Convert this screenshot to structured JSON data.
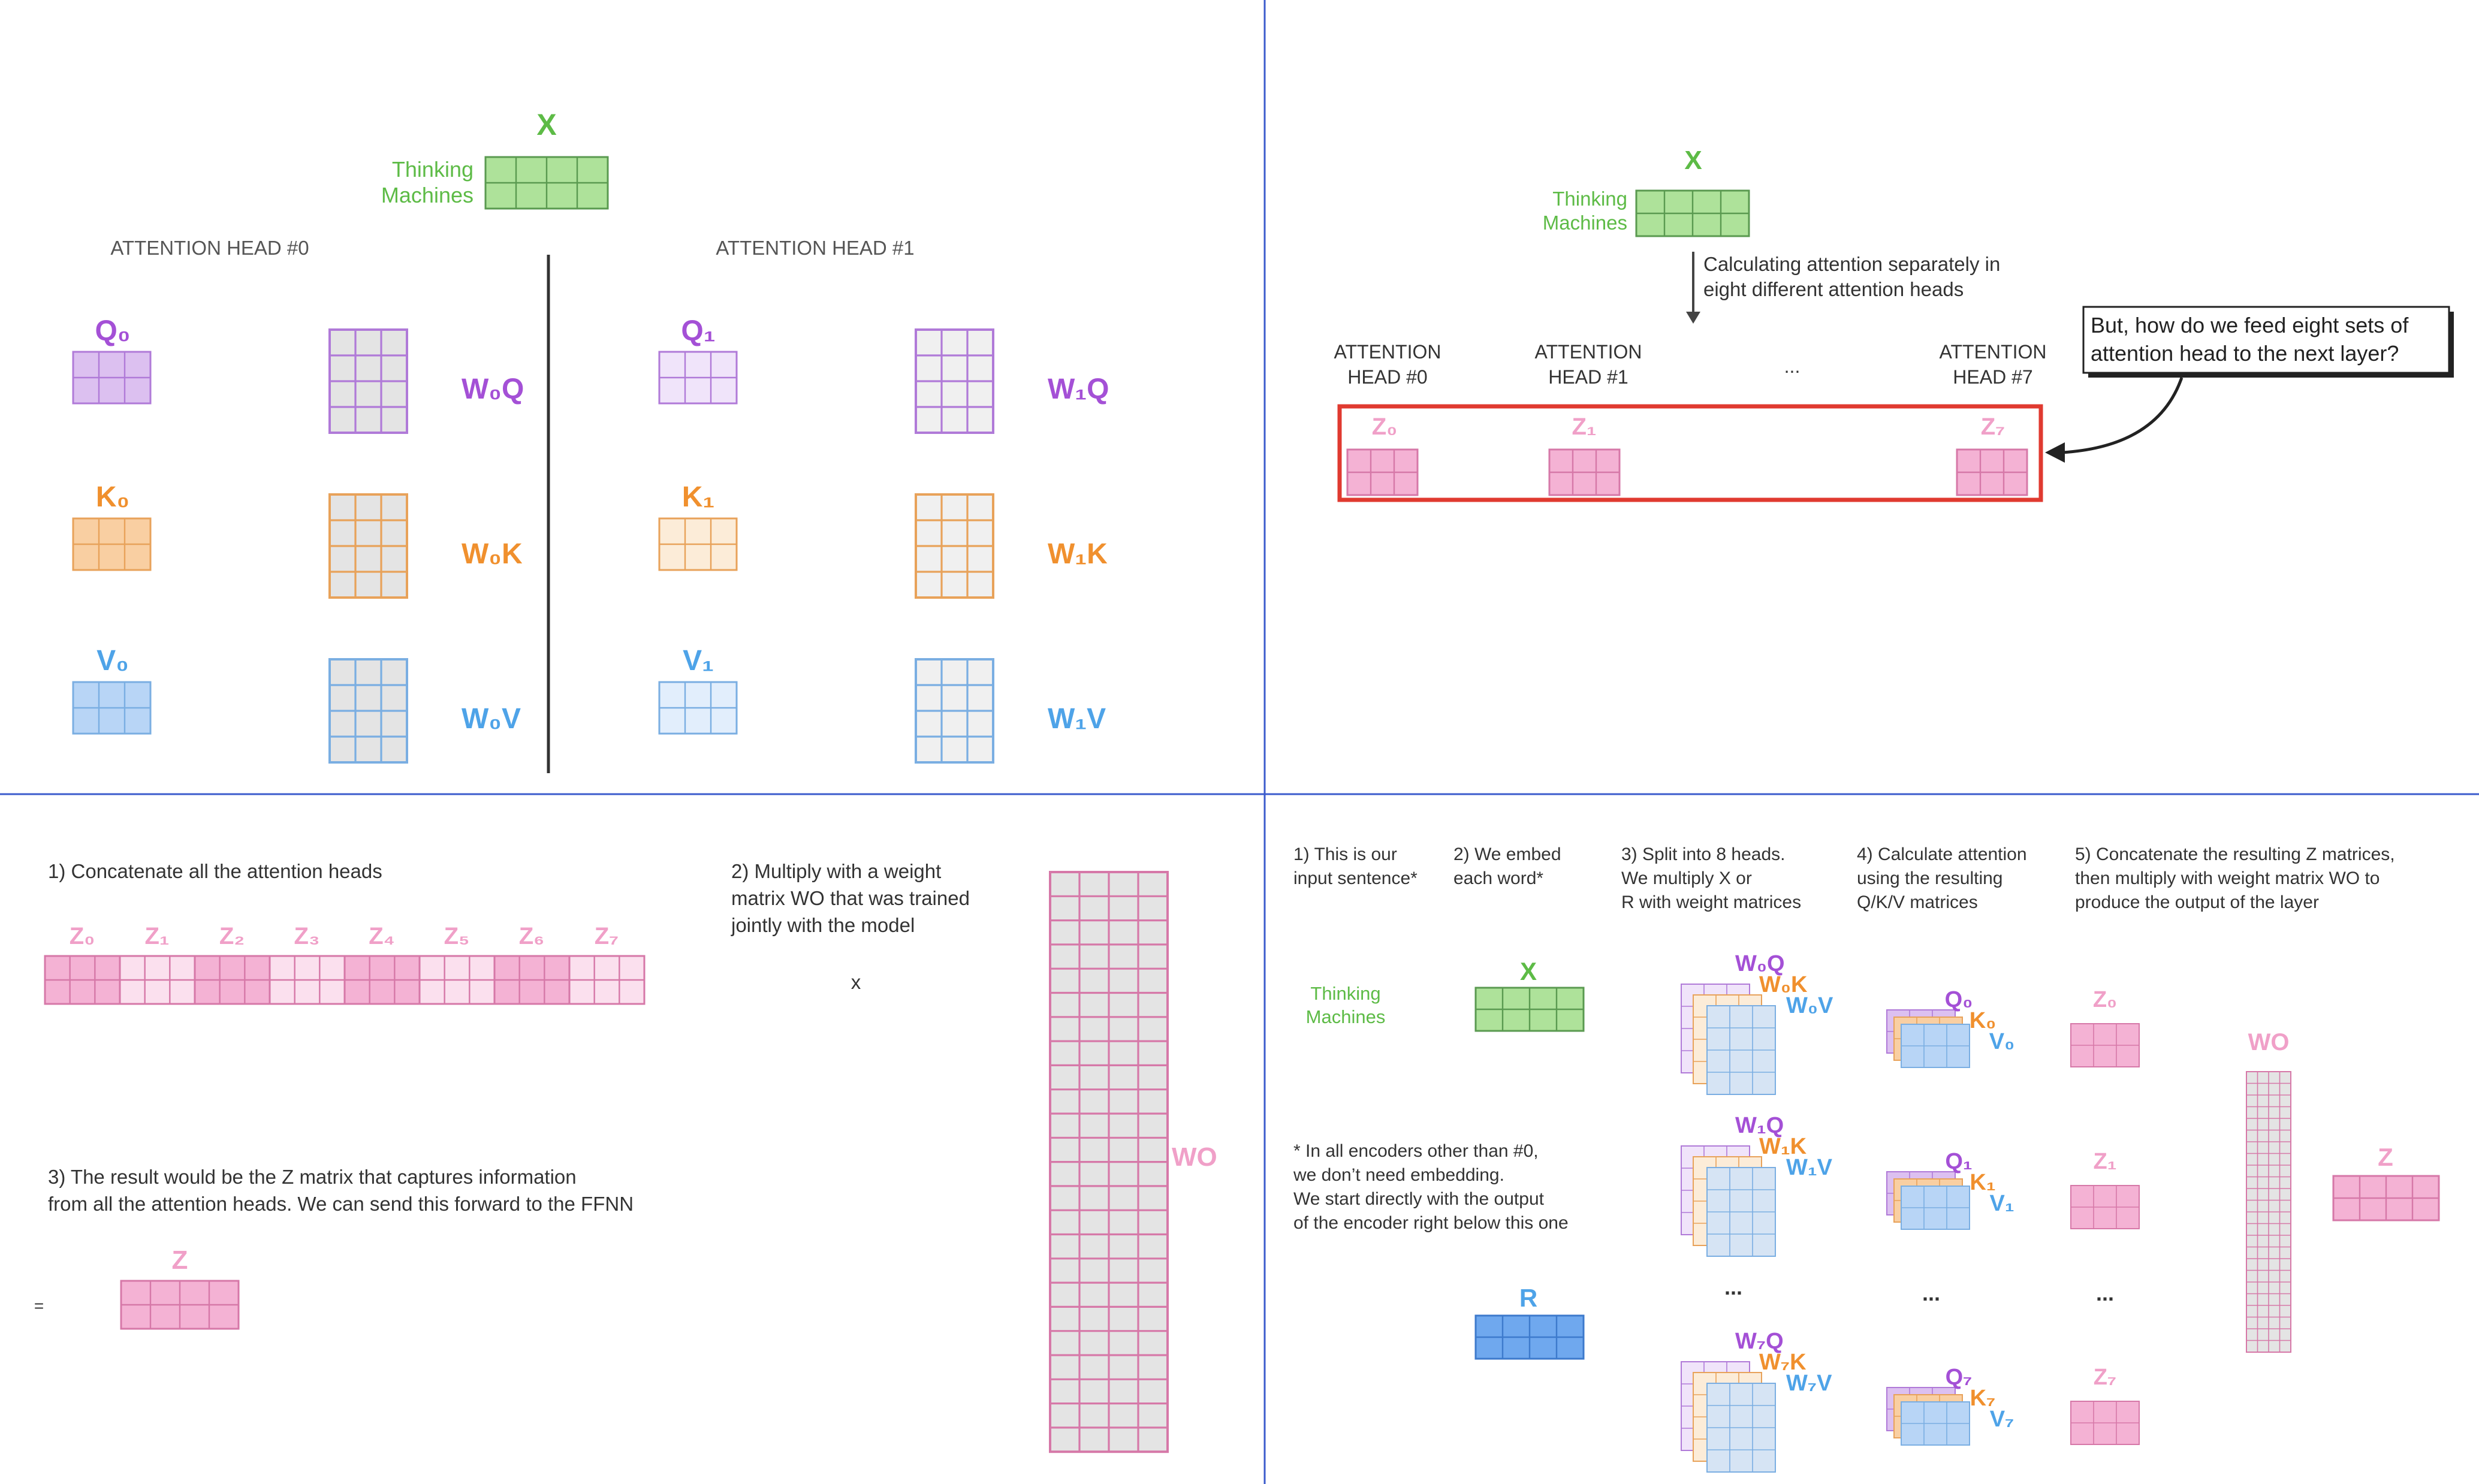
{
  "colors": {
    "green": "#5dbb46",
    "green_fill": "#aee29a",
    "green_stroke": "#5a9a50",
    "purple": "#a450d6",
    "purple_fill": "#dcc0f0",
    "purple_light": "#f0e4fa",
    "purple_stroke": "#b07ad8",
    "orange": "#f0902e",
    "orange_fill": "#f9cfa2",
    "orange_light": "#fcecd8",
    "orange_stroke": "#e8a25a",
    "blue": "#4ea3e8",
    "blue_fill": "#b8d5f6",
    "blue_light": "#e2eefc",
    "blue_stroke": "#7aaee2",
    "pink": "#f0a0c8",
    "pink_fill": "#f4b2d4",
    "pink_light": "#fbe0ee",
    "pink_stroke": "#d678a8",
    "grey_fill": "#e4e4e4",
    "red_box": "#e03a30",
    "divider": "#3b5bcc",
    "text": "#555555"
  },
  "panel1": {
    "x_label": "X",
    "words": [
      "Thinking",
      "Machines"
    ],
    "head0_title": "ATTENTION HEAD #0",
    "head1_title": "ATTENTION HEAD #1",
    "q0": "Q₀",
    "k0": "K₀",
    "v0": "V₀",
    "q1": "Q₁",
    "k1": "K₁",
    "v1": "V₁",
    "w0q": "W₀Q",
    "w0k": "W₀K",
    "w0v": "W₀V",
    "w1q": "W₁Q",
    "w1k": "W₁K",
    "w1v": "W₁V"
  },
  "panel2": {
    "x_label": "X",
    "words": [
      "Thinking",
      "Machines"
    ],
    "arrow_text": [
      "Calculating attention separately in",
      "eight different attention heads"
    ],
    "head_a": [
      "ATTENTION",
      "HEAD #0"
    ],
    "head_b": [
      "ATTENTION",
      "HEAD #1"
    ],
    "ellipsis": "...",
    "head_c": [
      "ATTENTION",
      "HEAD #7"
    ],
    "z0": "Z₀",
    "z1": "Z₁",
    "z7": "Z₇",
    "callout": [
      "But, how do we feed eight sets of",
      "attention head to the next layer?"
    ]
  },
  "panel3": {
    "step1": "1) Concatenate all the attention heads",
    "z_labels": [
      "Z₀",
      "Z₁",
      "Z₂",
      "Z₃",
      "Z₄",
      "Z₅",
      "Z₆",
      "Z₇"
    ],
    "step2": [
      "2) Multiply with a weight",
      "matrix WO that was trained",
      "jointly with the model"
    ],
    "times": "x",
    "step3": [
      "3) The result would be the Z matrix that captures information",
      "from all the attention heads. We can send this forward to the FFNN"
    ],
    "equals": "=",
    "z_label": "Z",
    "wo_label": "WO"
  },
  "panel4": {
    "col1": [
      "1) This is our",
      "input sentence*"
    ],
    "col2": [
      "2) We embed",
      "each word*"
    ],
    "col3": [
      "3) Split into 8 heads.",
      "We multiply X or",
      "R with weight matrices"
    ],
    "col4": [
      "4) Calculate attention",
      "using the resulting",
      "Q/K/V matrices"
    ],
    "col5": [
      "5) Concatenate the resulting Z matrices,",
      "then multiply with weight matrix WO to",
      "produce the output of the layer"
    ],
    "words": [
      "Thinking",
      "Machines"
    ],
    "x_label": "X",
    "r_label": "R",
    "note": [
      "* In all encoders other than #0,",
      "we don’t need embedding.",
      "We start directly with the output",
      "of the encoder right below this one"
    ],
    "head_labels": [
      {
        "wq": "W₀Q",
        "wk": "W₀K",
        "wv": "W₀V",
        "q": "Q₀",
        "k": "K₀",
        "v": "V₀",
        "z": "Z₀"
      },
      {
        "wq": "W₁Q",
        "wk": "W₁K",
        "wv": "W₁V",
        "q": "Q₁",
        "k": "K₁",
        "v": "V₁",
        "z": "Z₁"
      },
      {
        "wq": "W₇Q",
        "wk": "W₇K",
        "wv": "W₇V",
        "q": "Q₇",
        "k": "K₇",
        "v": "V₇",
        "z": "Z₇"
      }
    ],
    "ellipsis": "...",
    "wo_label": "WO",
    "z_label": "Z"
  }
}
